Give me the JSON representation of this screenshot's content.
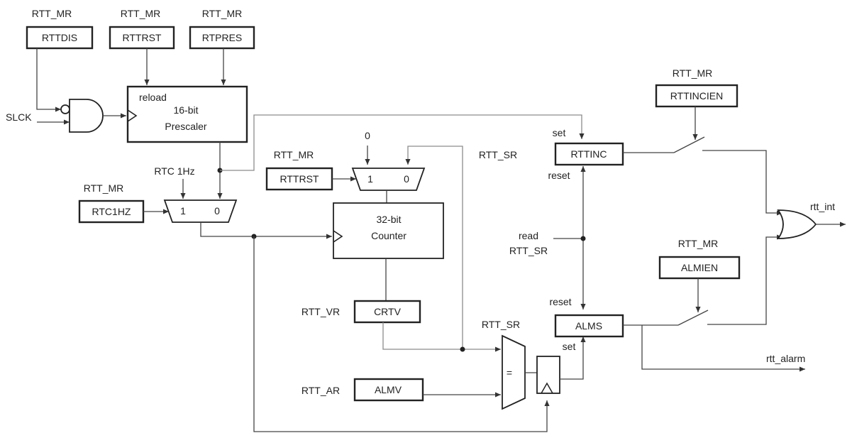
{
  "diagram": {
    "registers": {
      "rttdis": {
        "group": "RTT_MR",
        "name": "RTTDIS"
      },
      "rttrst1": {
        "group": "RTT_MR",
        "name": "RTTRST"
      },
      "rtpres": {
        "group": "RTT_MR",
        "name": "RTPRES"
      },
      "rttrst2": {
        "group": "RTT_MR",
        "name": "RTTRST"
      },
      "rtc1hz": {
        "group": "RTT_MR",
        "name": "RTC1HZ"
      },
      "crtv": {
        "group": "RTT_VR",
        "name": "CRTV"
      },
      "almv": {
        "group": "RTT_AR",
        "name": "ALMV"
      },
      "rttinc": {
        "group": "RTT_SR",
        "name": "RTTINC"
      },
      "alms": {
        "group": "RTT_SR",
        "name": "ALMS"
      },
      "rttincien": {
        "group": "RTT_MR",
        "name": "RTTINCIEN"
      },
      "almien": {
        "group": "RTT_MR",
        "name": "ALMIEN"
      }
    },
    "prescaler": {
      "reload": "reload",
      "line1": "16-bit",
      "line2": "Prescaler"
    },
    "counter": {
      "line1": "32-bit",
      "line2": "Counter"
    },
    "mux_counter": {
      "in1": "1",
      "in0": "0",
      "top_input": "0"
    },
    "mux_clock": {
      "in1": "1",
      "in0": "0",
      "label": "RTC 1Hz"
    },
    "comparator": {
      "symbol": "="
    },
    "signals": {
      "slck": "SLCK",
      "set1": "set",
      "reset1": "reset",
      "read1": "read",
      "read2": "RTT_SR",
      "reset2": "reset",
      "set2": "set",
      "rtt_int": "rtt_int",
      "rtt_alarm": "rtt_alarm"
    }
  }
}
